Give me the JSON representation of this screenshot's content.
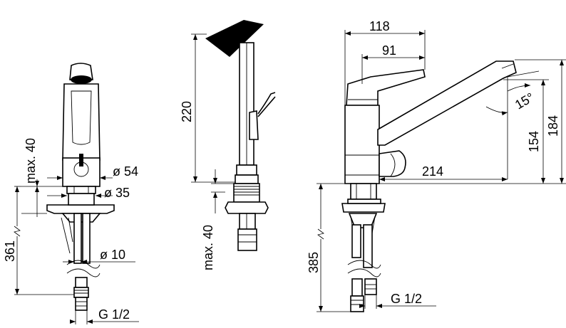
{
  "labels": {
    "max40_left": "max. 40",
    "d54": "ø 54",
    "d35": "ø 35",
    "d361": "361",
    "d10": "ø 10",
    "g12_left": "G 1/2",
    "d220": "220",
    "max40_mid": "max. 40",
    "d118": "118",
    "d91": "91",
    "d15": "15°",
    "d154": "154",
    "d184": "184",
    "d214": "214",
    "d385": "385",
    "g12_right": "G 1/2"
  },
  "colors": {
    "line": "#000000",
    "background": "#ffffff"
  }
}
